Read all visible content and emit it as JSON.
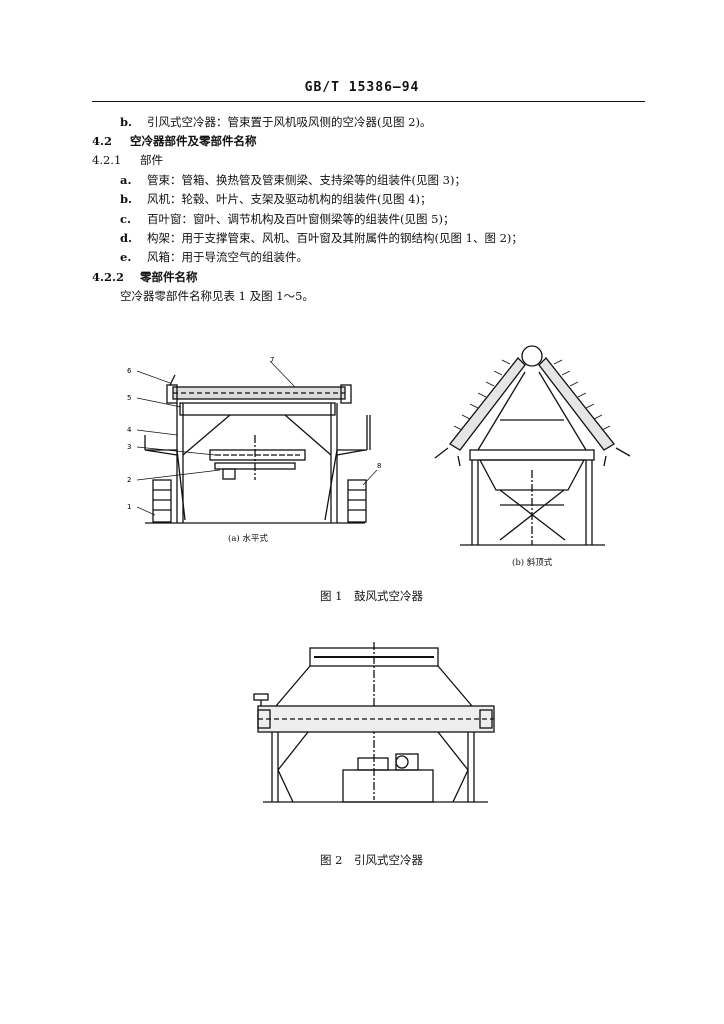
{
  "header": "GB/T 15386—94",
  "lines": {
    "l1": {
      "label": "b.",
      "text": "引风式空冷器：管束置于风机吸风侧的空冷器(见图 2)。"
    },
    "s42": {
      "num": "4.2",
      "text": "空冷器部件及零部件名称"
    },
    "s421": {
      "num": "4.2.1",
      "text": "部件"
    },
    "ia": {
      "label": "a.",
      "text": "管束：管箱、换热管及管束侧梁、支持梁等的组装件(见图 3)；"
    },
    "ib": {
      "label": "b.",
      "text": "风机：轮毂、叶片、支架及驱动机构的组装件(见图 4)；"
    },
    "ic": {
      "label": "c.",
      "text": "百叶窗：窗叶、调节机构及百叶窗侧梁等的组装件(见图 5)；"
    },
    "id": {
      "label": "d.",
      "text": "构架：用于支撑管束、风机、百叶窗及其附属件的钢结构(见图 1、图 2)；"
    },
    "ie": {
      "label": "e.",
      "text": "风箱：用于导流空气的组装件。"
    },
    "s422": {
      "num": "4.2.2",
      "text": "零部件名称"
    },
    "p422": "空冷器零部件名称见表 1 及图 1～5。"
  },
  "figure1": {
    "caption": "图 1　鼓风式空冷器",
    "sub_a": "(a) 水平式",
    "sub_b": "(b) 斜顶式",
    "part_numbers": [
      "1",
      "2",
      "3",
      "4",
      "5",
      "6",
      "7",
      "8"
    ]
  },
  "figure2": {
    "caption": "图 2　引风式空冷器"
  }
}
